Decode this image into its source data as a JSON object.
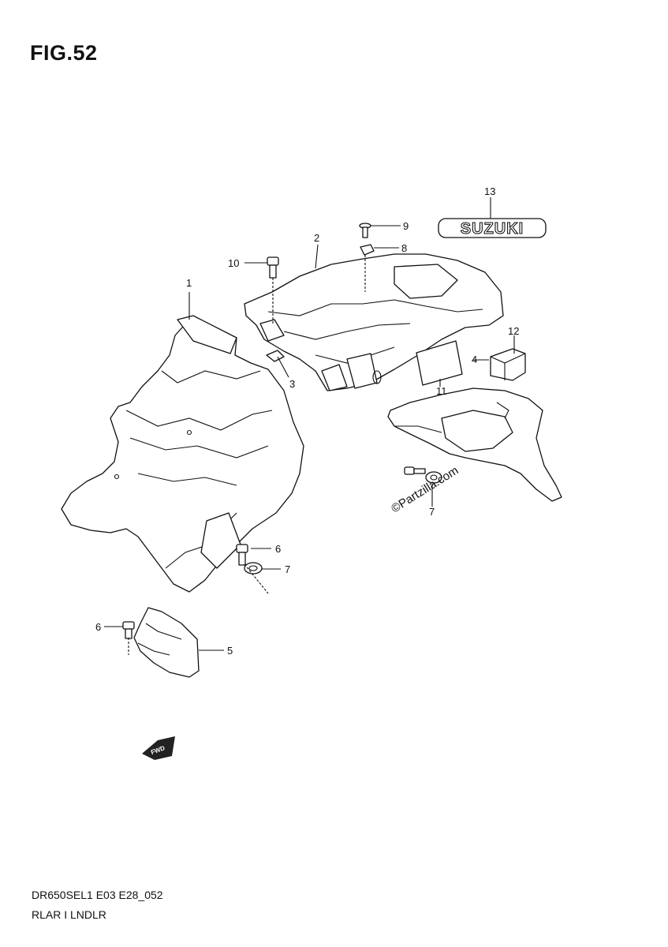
{
  "figure": {
    "title": "FIG.52",
    "code": "DR650SEL1 E03 E28_052",
    "name": "RLAR I LNDLR"
  },
  "logo_text": "SUZUKI",
  "watermark": "©Partzilla.com",
  "fwd_mark": "FWD",
  "callouts": [
    {
      "id": "c1",
      "label": "1"
    },
    {
      "id": "c2",
      "label": "2"
    },
    {
      "id": "c3",
      "label": "3"
    },
    {
      "id": "c4",
      "label": "4"
    },
    {
      "id": "c5",
      "label": "5"
    },
    {
      "id": "c6a",
      "label": "6"
    },
    {
      "id": "c6b",
      "label": "6"
    },
    {
      "id": "c7a",
      "label": "7"
    },
    {
      "id": "c7b",
      "label": "7"
    },
    {
      "id": "c8",
      "label": "8"
    },
    {
      "id": "c9",
      "label": "9"
    },
    {
      "id": "c10",
      "label": "10"
    },
    {
      "id": "c11",
      "label": "11"
    },
    {
      "id": "c12",
      "label": "12"
    },
    {
      "id": "c13",
      "label": "13"
    }
  ]
}
